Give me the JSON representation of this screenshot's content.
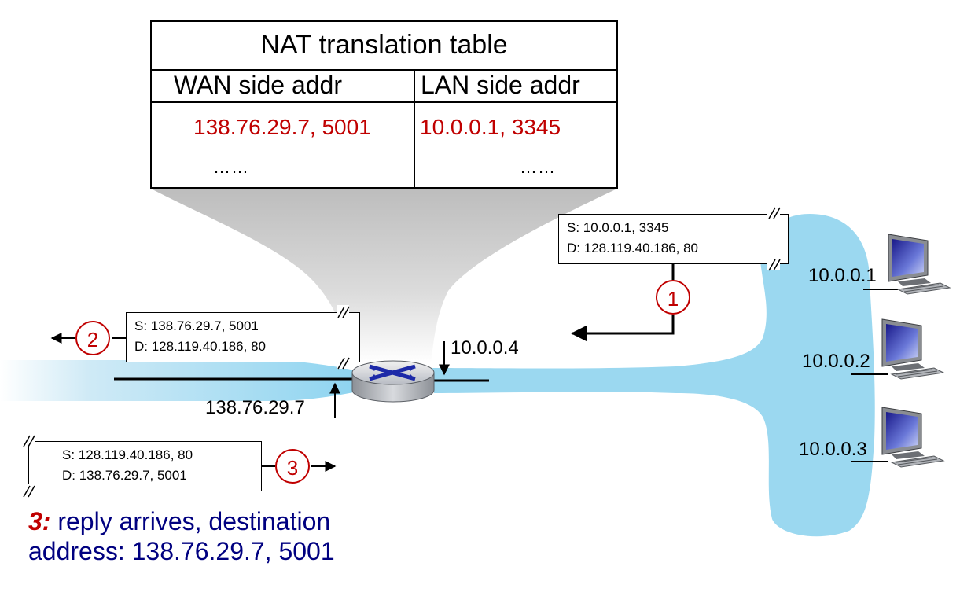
{
  "nat_table": {
    "title": "NAT translation table",
    "col_wan": "WAN side addr",
    "col_lan": "LAN side addr",
    "rows": [
      {
        "wan": "138.76.29.7, 5001",
        "lan": "10.0.0.1, 3345"
      },
      {
        "wan": "……",
        "lan": "……"
      }
    ]
  },
  "packets": {
    "p1": {
      "src": "S: 10.0.0.1, 3345",
      "dst": "D: 128.119.40.186, 80"
    },
    "p2": {
      "src": "S: 138.76.29.7, 5001",
      "dst": "D: 128.119.40.186, 80"
    },
    "p3": {
      "src": "S: 128.119.40.186, 80",
      "dst": "D: 138.76.29.7, 5001"
    }
  },
  "steps": {
    "s1": "1",
    "s2": "2",
    "s3": "3"
  },
  "addresses": {
    "router_lan": "10.0.0.4",
    "router_wan": "138.76.29.7",
    "host1": "10.0.0.1",
    "host2": "10.0.0.2",
    "host3": "10.0.0.3"
  },
  "caption": {
    "step_num": "3:",
    "line1": "reply arrives, destination",
    "line2": "address: 138.76.29.7, 5001"
  },
  "colors": {
    "accent_red": "#c00000",
    "caption_blue": "#000080",
    "network_blue": "#9bd8f0"
  }
}
